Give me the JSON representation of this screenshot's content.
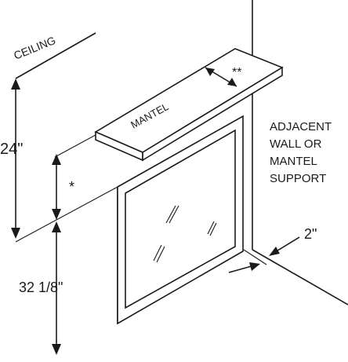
{
  "labels": {
    "ceiling": "CEILING",
    "mantel": "MANTEL",
    "adjacent_wall": [
      "ADJACENT",
      "WALL OR",
      "MANTEL",
      "SUPPORT"
    ],
    "dim_24": "24\"",
    "dim_32": "32 1/8\"",
    "dim_2": "2\"",
    "asterisk": "*",
    "double_asterisk": "**"
  }
}
